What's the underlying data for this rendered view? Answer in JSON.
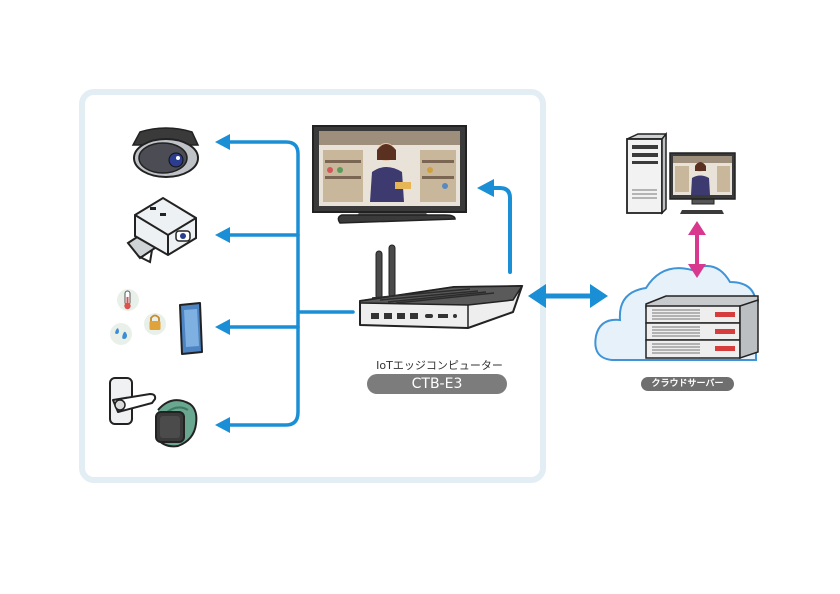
{
  "diagram": {
    "edge_device": {
      "caption": "IoTエッジコンピューター",
      "model": "CTB-E3"
    },
    "cloud": {
      "caption": "クラウドサーバー"
    },
    "icons": {
      "dome_camera": "dome-camera-icon",
      "box_camera": "box-camera-icon",
      "sensors": "sensor-thermometer-icon",
      "smartphone": "smartphone-icon",
      "door_handle": "door-handle-icon",
      "smartwatch": "smartwatch-icon",
      "monitor": "monitor-icon",
      "server": "server-rack-icon",
      "desktop_pc": "desktop-pc-icon"
    },
    "colors": {
      "flow_arrow": "#1a8fd6",
      "cloud_link": "#d8398e",
      "panel_border": "#e3edf4",
      "pill": "#7c7c7c"
    }
  }
}
